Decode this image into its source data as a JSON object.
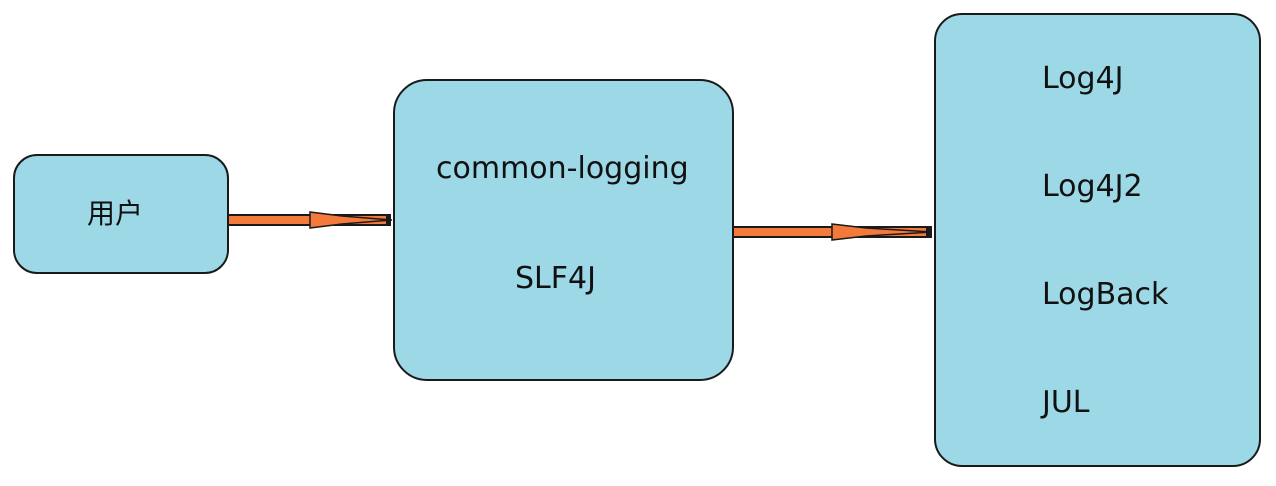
{
  "diagram": {
    "nodes": {
      "user": {
        "label": "用户"
      },
      "facade": {
        "labels": [
          "common-logging",
          "SLF4J"
        ]
      },
      "implementations": {
        "labels": [
          "Log4J",
          "Log4J2",
          "LogBack",
          "JUL"
        ]
      }
    },
    "edges": [
      {
        "from": "user",
        "to": "facade"
      },
      {
        "from": "facade",
        "to": "implementations"
      }
    ],
    "colors": {
      "node_fill": "#9dd8e7",
      "node_border": "#1a1a1a",
      "arrow_fill": "#f47a3c",
      "arrow_stroke": "#1a1a1a"
    }
  }
}
